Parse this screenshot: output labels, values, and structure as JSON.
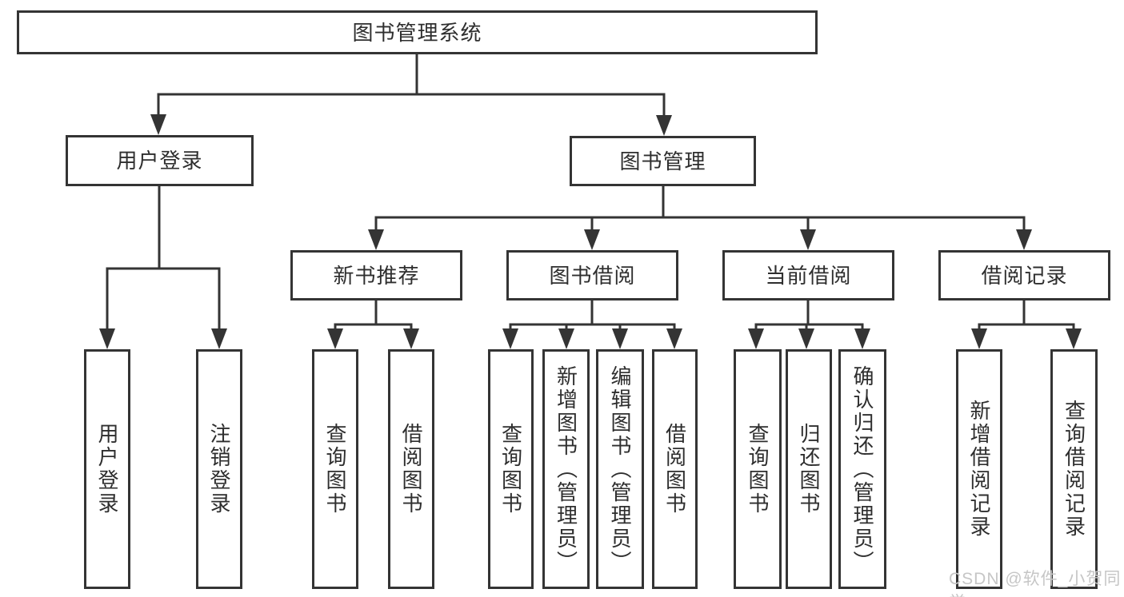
{
  "diagram": {
    "root": {
      "label": "图书管理系统"
    },
    "branches": [
      {
        "label": "用户登录",
        "leaves": [
          {
            "label": "用户登录"
          },
          {
            "label": "注销登录"
          }
        ]
      },
      {
        "label": "图书管理",
        "sections": [
          {
            "label": "新书推荐",
            "leaves": [
              {
                "label": "查询图书"
              },
              {
                "label": "借阅图书"
              }
            ]
          },
          {
            "label": "图书借阅",
            "leaves": [
              {
                "label": "查询图书"
              },
              {
                "label": "新增图书（管理员）"
              },
              {
                "label": "编辑图书（管理员）"
              },
              {
                "label": "借阅图书"
              }
            ]
          },
          {
            "label": "当前借阅",
            "leaves": [
              {
                "label": "查询图书"
              },
              {
                "label": "归还图书"
              },
              {
                "label": "确认归还（管理员）"
              }
            ]
          },
          {
            "label": "借阅记录",
            "leaves": [
              {
                "label": "新增借阅记录"
              },
              {
                "label": "查询借阅记录"
              }
            ]
          }
        ]
      }
    ]
  },
  "watermark": {
    "text": "CSDN @软件_小贺同学"
  },
  "colors": {
    "line": "#343434",
    "text": "#2e2e2e",
    "node_background": "#ffffff",
    "page_background": "#ffffff",
    "watermark": "#c6c6c6"
  }
}
